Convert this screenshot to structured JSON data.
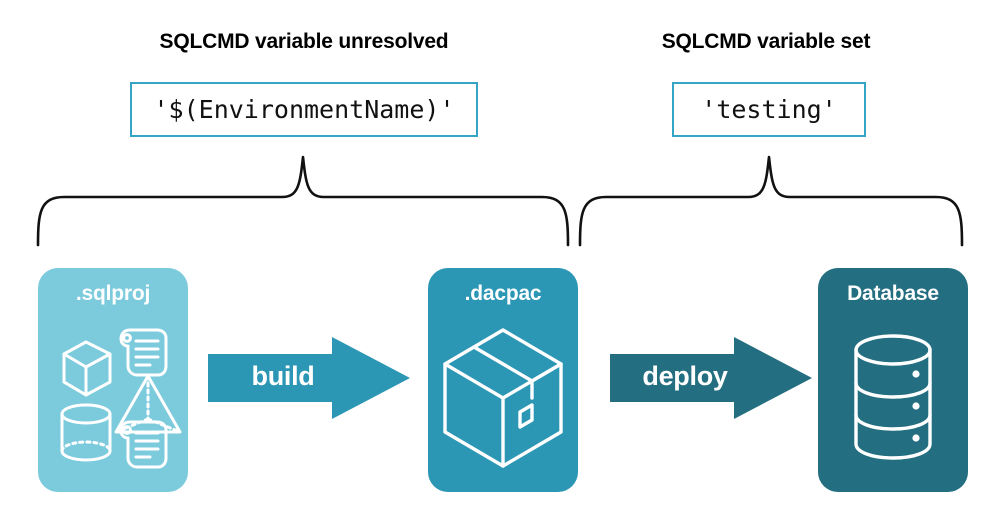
{
  "headings": {
    "left": "SQLCMD variable unresolved",
    "right": "SQLCMD variable set"
  },
  "code_values": {
    "left": "'$(EnvironmentName)'",
    "right": "'testing'"
  },
  "panels": [
    {
      "id": "sqlproj",
      "title": ".sqlproj",
      "color": "#7CCBDD",
      "icons": [
        "cube-icon",
        "script-scroll-icon",
        "pyramid-icon",
        "cylinder-icon",
        "script-scroll-icon"
      ]
    },
    {
      "id": "dacpac",
      "title": ".dacpac",
      "color": "#2B97B5",
      "icons": [
        "package-box-icon"
      ]
    },
    {
      "id": "database",
      "title": "Database",
      "color": "#236E80",
      "icons": [
        "database-cylinder-icon"
      ]
    }
  ],
  "arrows": [
    {
      "id": "build",
      "label": "build",
      "color": "#2B97B5"
    },
    {
      "id": "deploy",
      "label": "deploy",
      "color": "#236E80"
    }
  ],
  "braces": {
    "left_label_ref": "SQLCMD variable unresolved",
    "right_label_ref": "SQLCMD variable set",
    "color": "#111111"
  },
  "colors": {
    "background": "#ffffff",
    "text": "#000000",
    "code_border": "#34A5C4",
    "light_teal": "#7CCBDD",
    "mid_teal": "#2B97B5",
    "dark_teal": "#236E80"
  }
}
